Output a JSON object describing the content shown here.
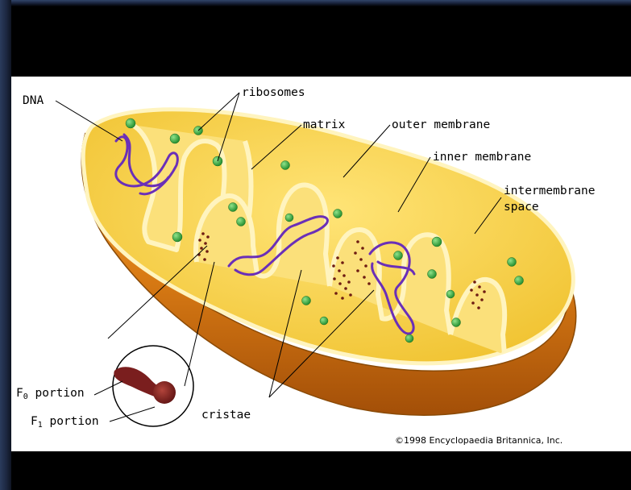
{
  "labels": {
    "dna": "DNA",
    "ribosomes": "ribosomes",
    "matrix": "matrix",
    "outer_membrane": "outer membrane",
    "inner_membrane": "inner membrane",
    "intermembrane_line1": "intermembrane",
    "intermembrane_line2": "space",
    "f0_prefix": "F",
    "f0_sub": "0",
    "f0_suffix": " portion",
    "f1_prefix": "F",
    "f1_sub": "1",
    "f1_suffix": " portion",
    "cristae": "cristae"
  },
  "copyright": "©1998 Encyclopaedia Britannica, Inc.",
  "colors": {
    "outer_shell": "#d9831a",
    "matrix_yellow": "#f6d24a",
    "membrane_cream": "#fff4bf",
    "dna_purple": "#6a2fb8",
    "ribosome_green": "#2fa83a",
    "atp_synthase_brown": "#7a1e1e"
  }
}
